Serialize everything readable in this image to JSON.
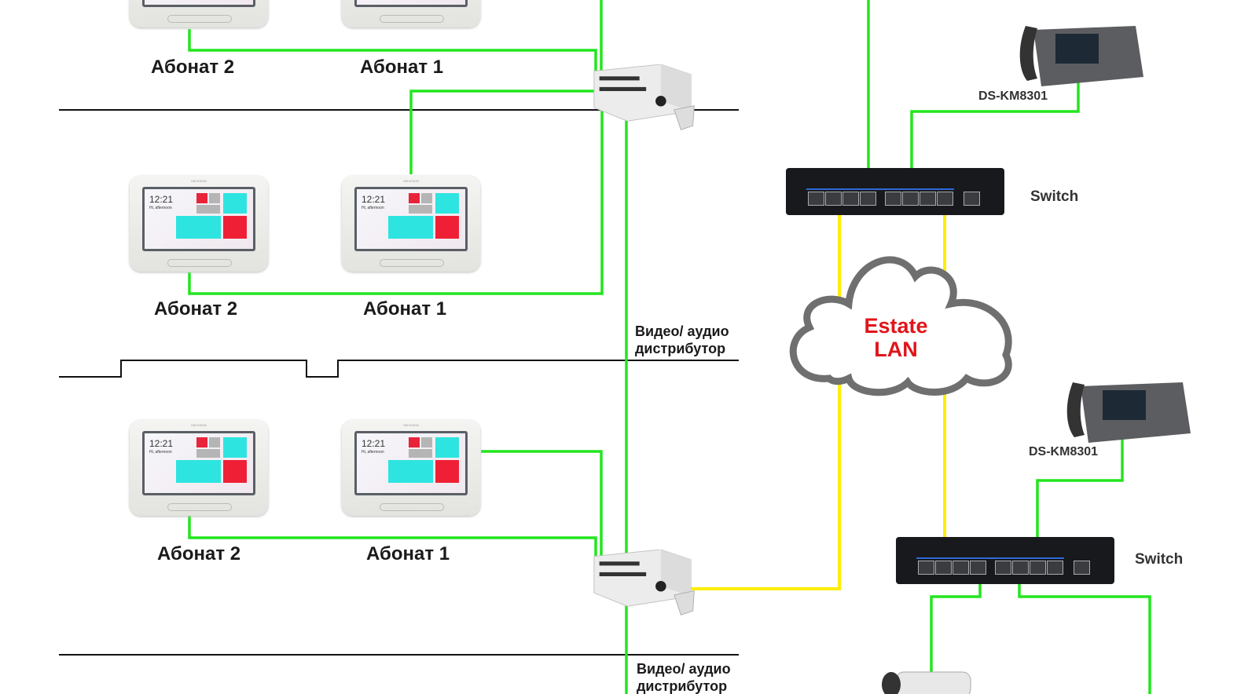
{
  "subscribers": {
    "sub1": "Абонат 1",
    "sub2": "Абонат 2"
  },
  "monitor": {
    "time": "12:21",
    "greeting": "Hi, afternoon",
    "brand": "HIKVISION"
  },
  "distributor": {
    "line1": "Видео/ аудио",
    "line2": "дистрибутор"
  },
  "switch": {
    "label": "Switch"
  },
  "cloud": {
    "line1": "Estate",
    "line2": "LAN"
  },
  "master_station": {
    "model": "DS-KM8301"
  },
  "colors": {
    "green_wire": "#22e51e",
    "yellow_wire": "#ffee00",
    "cloud_text": "#e0151b",
    "floor_line": "#111111"
  }
}
